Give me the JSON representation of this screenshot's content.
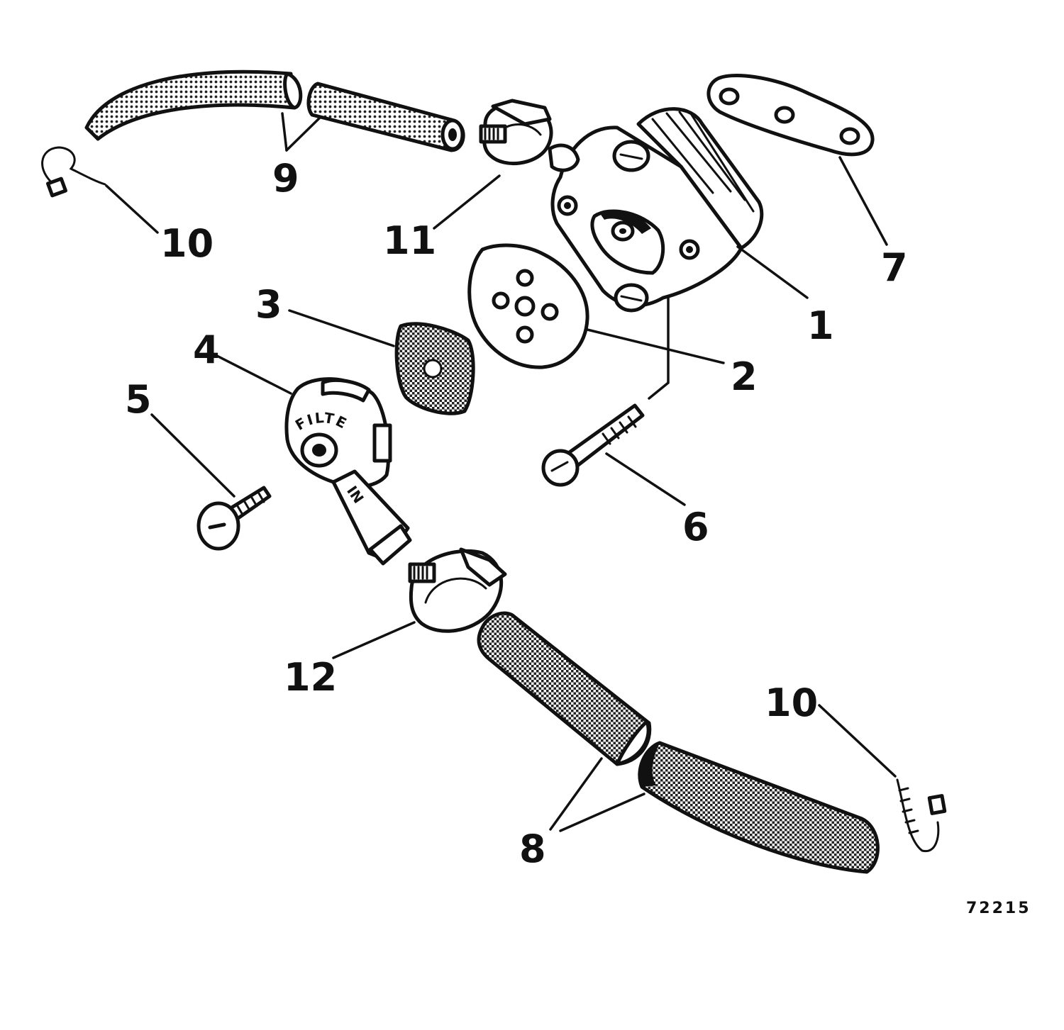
{
  "diagram": {
    "figure_number": "72215",
    "callouts": [
      {
        "id": "c1",
        "label": "1"
      },
      {
        "id": "c2",
        "label": "2"
      },
      {
        "id": "c3",
        "label": "3"
      },
      {
        "id": "c4",
        "label": "4"
      },
      {
        "id": "c5",
        "label": "5"
      },
      {
        "id": "c6",
        "label": "6"
      },
      {
        "id": "c7",
        "label": "7"
      },
      {
        "id": "c8",
        "label": "8"
      },
      {
        "id": "c9",
        "label": "9"
      },
      {
        "id": "c10a",
        "label": "10"
      },
      {
        "id": "c10b",
        "label": "10"
      },
      {
        "id": "c11",
        "label": "11"
      },
      {
        "id": "c12",
        "label": "12"
      }
    ],
    "filter_text": "FILTER",
    "filter_stamp": "IN"
  }
}
